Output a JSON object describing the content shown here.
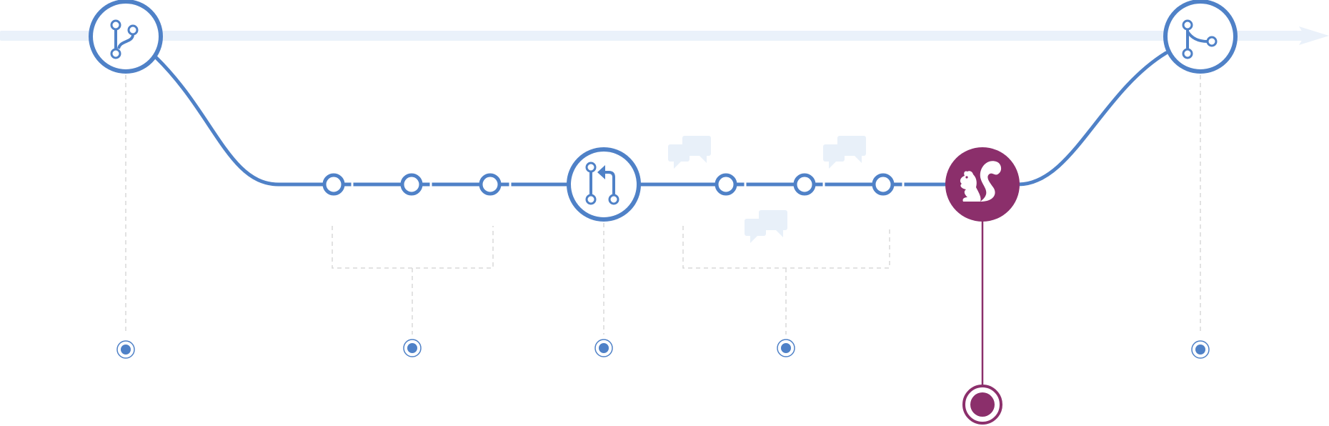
{
  "diagram": {
    "colors": {
      "flow": "#4f81c7",
      "accent": "#8b2f6b",
      "track": "#eaf1fa",
      "guide": "#d8d8d8",
      "comment": "#e8f0f9",
      "background": "#ffffff"
    },
    "nodes": [
      {
        "kind": "branch",
        "icon": "git-branch-icon"
      },
      {
        "kind": "commit"
      },
      {
        "kind": "commit"
      },
      {
        "kind": "commit"
      },
      {
        "kind": "pull-request",
        "icon": "pull-request-icon"
      },
      {
        "kind": "commit"
      },
      {
        "kind": "commit"
      },
      {
        "kind": "commit"
      },
      {
        "kind": "deploy",
        "icon": "squirrel-icon"
      },
      {
        "kind": "merge",
        "icon": "git-merge-icon"
      }
    ],
    "markers": [
      {
        "kind": "branch"
      },
      {
        "kind": "commits"
      },
      {
        "kind": "pull-request"
      },
      {
        "kind": "discussion"
      },
      {
        "kind": "merge"
      },
      {
        "kind": "deploy"
      }
    ],
    "comment_icons": [
      "comment-discussion-icon",
      "comment-discussion-icon",
      "comment-discussion-icon"
    ]
  }
}
